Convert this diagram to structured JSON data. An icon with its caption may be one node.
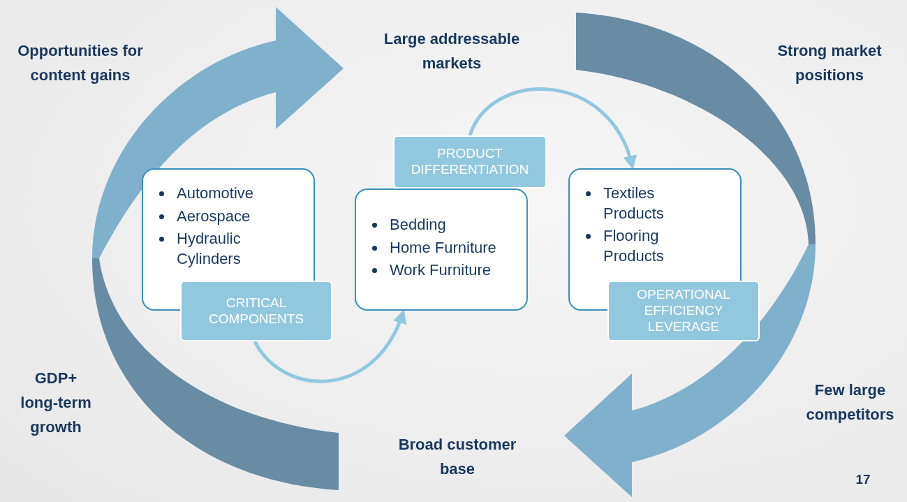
{
  "diagram": {
    "nodes": [
      {
        "text": [
          "Automotive",
          "Aerospace",
          "Hydraulic Cylinders"
        ]
      },
      {
        "text": [
          "CRITICAL COMPONENTS"
        ]
      },
      {
        "text": [
          "Bedding",
          "Home Furniture",
          "Work Furniture"
        ]
      },
      {
        "text": [
          "PRODUCT DIFFERENTIATION"
        ]
      },
      {
        "text": [
          "Textiles Products",
          "Flooring Products"
        ]
      },
      {
        "text": [
          "OPERATIONAL EFFICIENCY LEVERAGE"
        ]
      }
    ],
    "edges": [
      {
        "from": 1,
        "to": 2,
        "arrow": "to"
      },
      {
        "from": 3,
        "to": 4,
        "arrow": "to"
      }
    ],
    "labels": [
      "Opportunities for content gains",
      "Large addressable markets",
      "Strong market positions",
      "GDP+ long-term growth",
      "Few large competitors",
      "Broad customer base",
      "17"
    ]
  }
}
